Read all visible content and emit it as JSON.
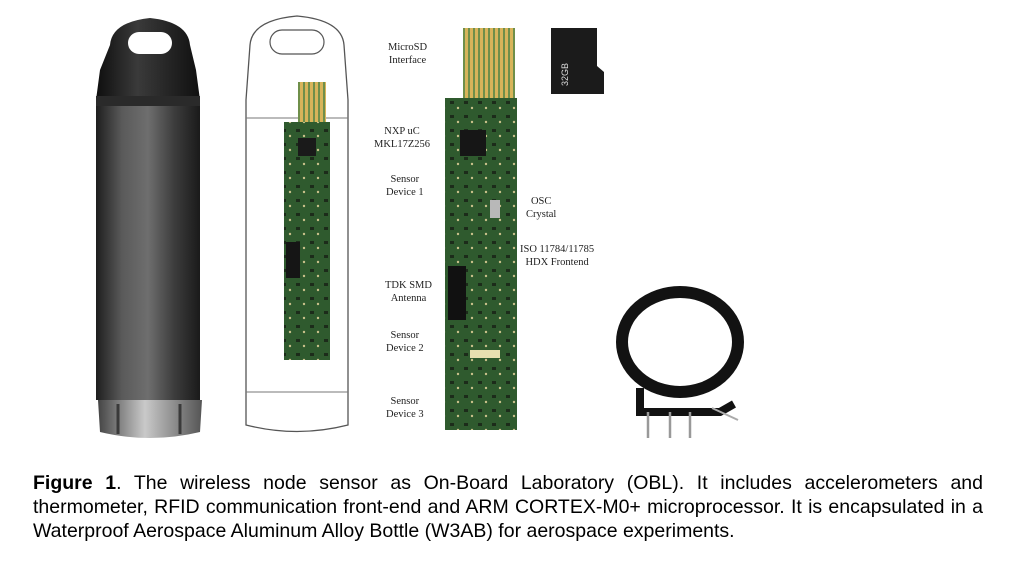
{
  "labels": {
    "microsd": [
      "MicroSD",
      "Interface"
    ],
    "nxp": [
      "NXP uC",
      "MKL17Z256"
    ],
    "sensor1": [
      "Sensor",
      "Device 1"
    ],
    "osc": [
      "OSC",
      "Crystal"
    ],
    "iso": [
      "ISO 11784/11785",
      "HDX Frontend"
    ],
    "tdk": [
      "TDK SMD",
      "Antenna"
    ],
    "sensor2": [
      "Sensor",
      "Device 2"
    ],
    "sensor3": [
      "Sensor",
      "Device 3"
    ]
  },
  "sdcard": {
    "capacity": "32GB"
  },
  "caption": {
    "figure_label": "Figure 1",
    "text": ". The wireless node sensor as On-Board Laboratory (OBL). It includes accelerometers and thermometer, RFID communication front-end and ARM CORTEX-M0+ microprocessor. It is encapsulated in a Waterproof Aerospace Aluminum Alloy Bottle (W3AB) for aerospace experiments."
  },
  "colors": {
    "pcb_green": "#2f5a2e",
    "bottle_dark": "#3a3a3a",
    "gold_contact": "#d8b45a"
  }
}
